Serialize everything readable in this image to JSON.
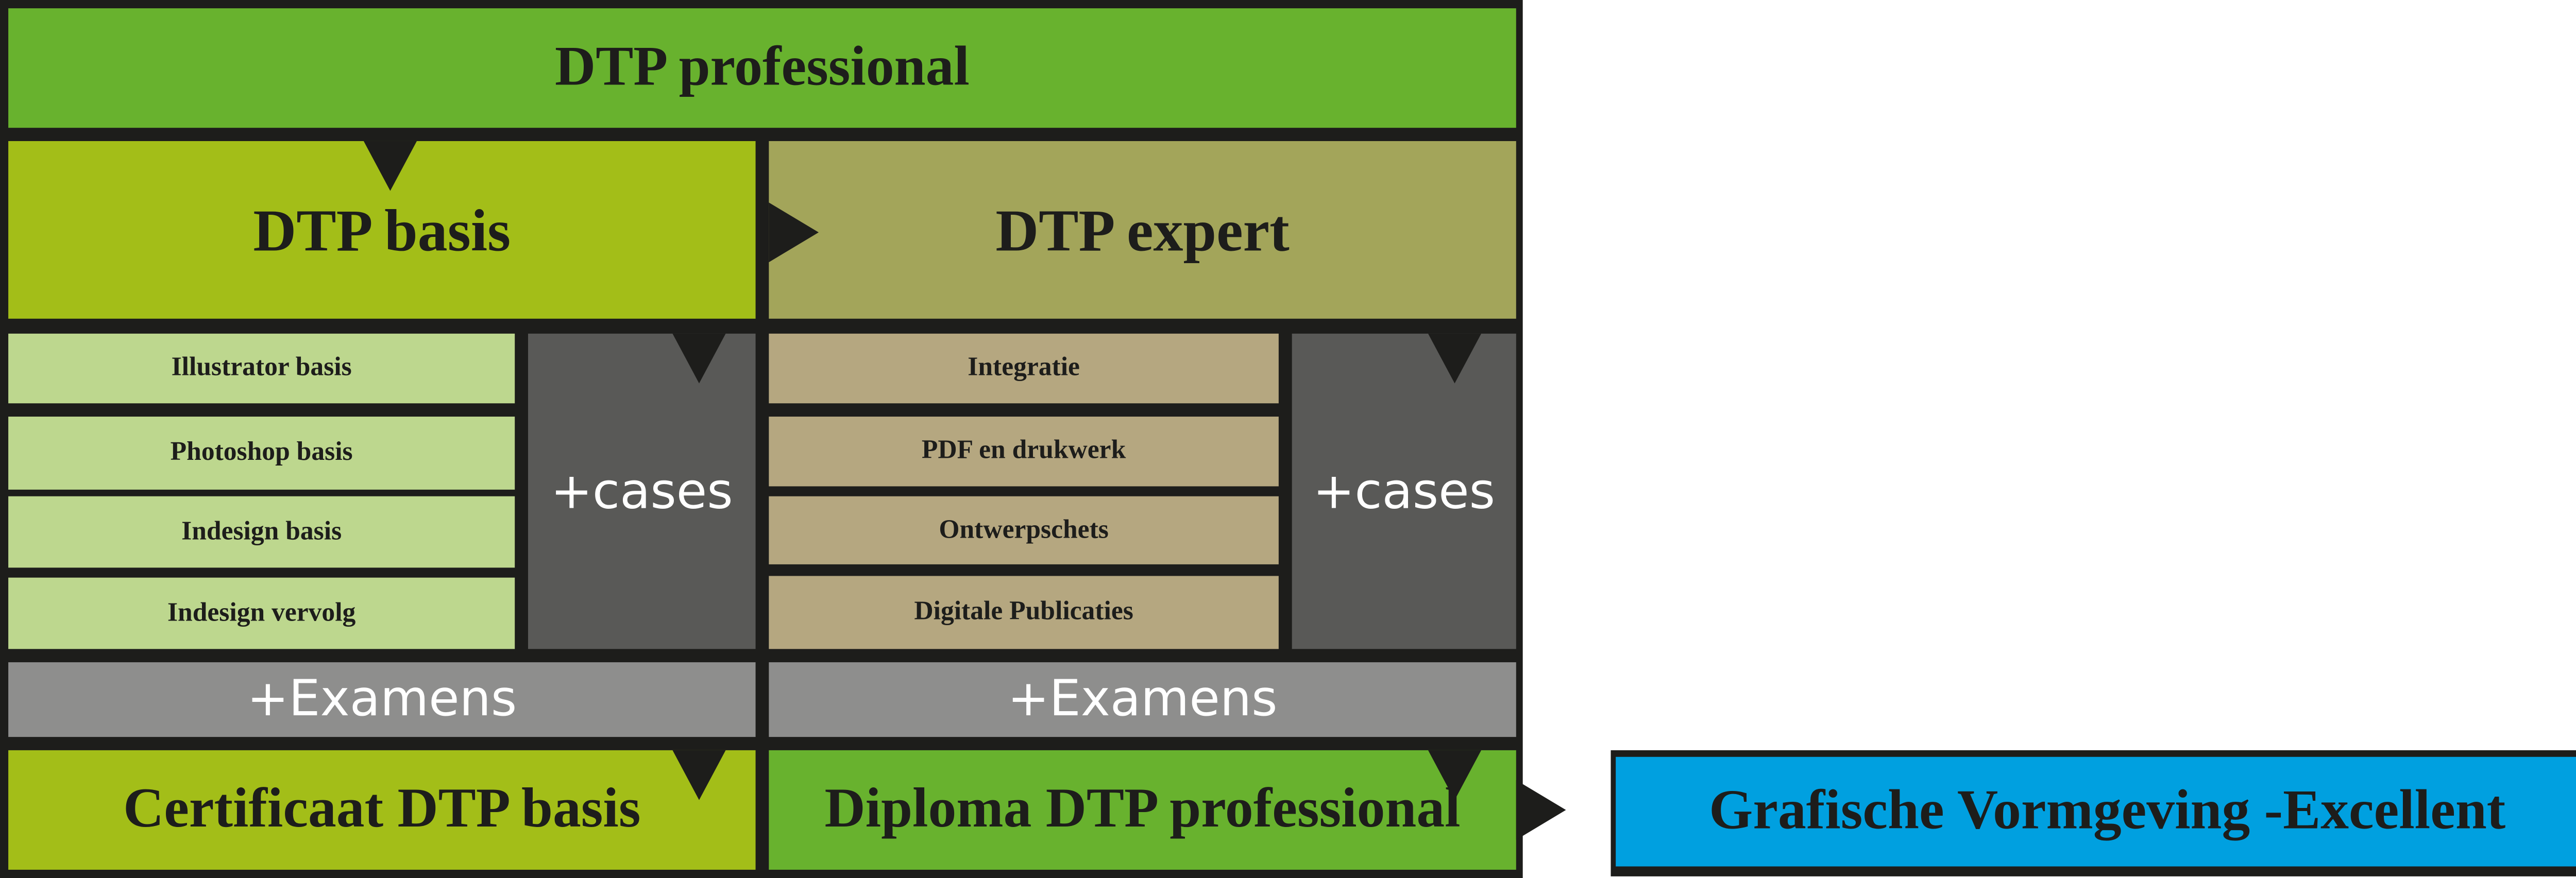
{
  "colors": {
    "frame": "#1d1d1b",
    "professional": "#68b22e",
    "basis": "#a3be18",
    "expert": "#a3a55a",
    "basis_module": "#bdd78e",
    "expert_module": "#b5a780",
    "cases": "#595957",
    "exams": "#8e8e8d",
    "excellent": "#00a0e0"
  },
  "top": {
    "title": "DTP professional"
  },
  "basis": {
    "title": "DTP basis",
    "modules": [
      "Illustrator basis",
      "Photoshop basis",
      "Indesign basis",
      "Indesign vervolg"
    ],
    "cases": "+cases",
    "exams": "+Examens",
    "result": "Certificaat DTP basis"
  },
  "expert": {
    "title": "DTP expert",
    "modules": [
      "Integratie",
      "PDF en drukwerk",
      "Ontwerpschets",
      "Digitale Publicaties"
    ],
    "cases": "+cases",
    "exams": "+Examens",
    "result": "Diploma DTP professional"
  },
  "next": {
    "title": "Grafische Vormgeving -Excellent"
  }
}
